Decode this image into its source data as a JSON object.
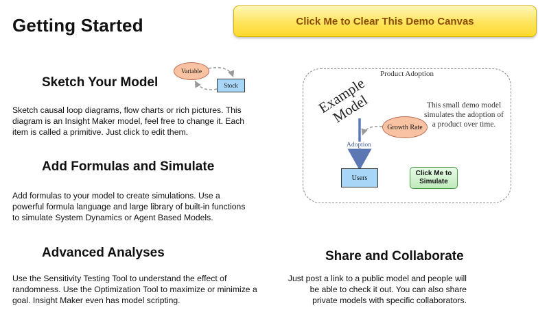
{
  "header": {
    "title": "Getting Started",
    "clear_button_label": "Click Me to Clear This Demo Canvas"
  },
  "sections": {
    "sketch": {
      "heading": "Sketch Your Model",
      "text": "Sketch causal loop diagrams, flow charts or rich pictures. This diagram is an Insight Maker model, feel free to change it. Each item is called a primitive. Just click to edit them."
    },
    "formulas": {
      "heading": "Add Formulas and Simulate",
      "text": "Add formulas to your model to create simulations. Use a powerful formula language and large library of built-in functions to simulate System Dynamics or Agent Based Models."
    },
    "advanced": {
      "heading": "Advanced Analyses",
      "text": "Use the Sensitivity Testing Tool to understand the effect of randomness. Use the Optimization Tool to maximize or minimize a goal. Insight Maker even has model scripting."
    },
    "share": {
      "heading": "Share and Collaborate",
      "text": "Just post a link to a public model and people will be able to check it out. You can also share private models with specific collaborators."
    }
  },
  "mini_diagram": {
    "variable_label": "Variable",
    "stock_label": "Stock"
  },
  "demo_model": {
    "title": "Product Adoption",
    "example_line1": "Example",
    "example_line2": "Model",
    "description": "This small demo model simulates the adoption of a product over time.",
    "growth_rate_label": "Growth Rate",
    "flow_label": "Adoption",
    "stock_label": "Users",
    "simulate_line1": "Click Me to",
    "simulate_line2": "Simulate"
  },
  "colors": {
    "clear_button": "#ffe45c",
    "clear_button_text": "#8a4b00",
    "variable_fill": "#f9c3a3",
    "stock_fill": "#a8d6f6",
    "flow_color": "#5b78b5",
    "simulate_fill": "#bfeabb"
  }
}
